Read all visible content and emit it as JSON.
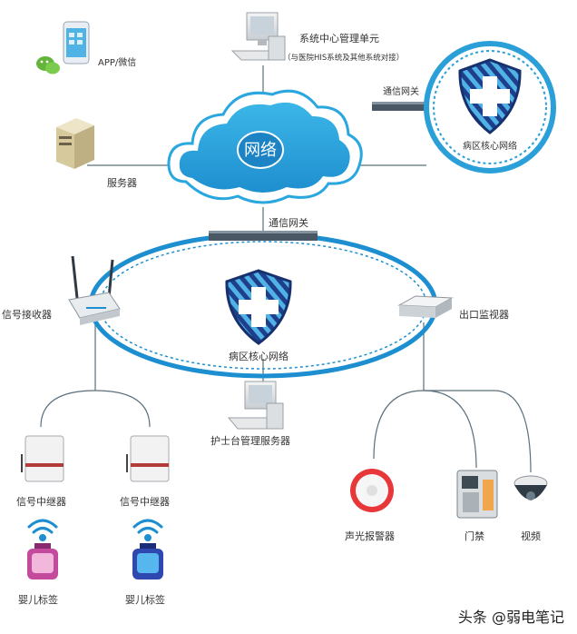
{
  "nodes": {
    "app": "APP/微信",
    "center": "系统中心管理单元",
    "center_note": "（与医院HIS系统及其他系统对接）",
    "cloud": "网络",
    "server": "服务器",
    "gateway_top": "通信网关",
    "core_top": "病区核心网络",
    "gateway_mid": "通信网关",
    "receiver": "信号接收器",
    "core_mid": "病区核心网络",
    "exit_monitor": "出口监视器",
    "nurse_server": "护士台管理服务器",
    "relay_left": "信号中继器",
    "relay_right": "信号中继器",
    "tag_left": "婴儿标签",
    "tag_right": "婴儿标签",
    "alarm": "声光报警器",
    "door": "门禁",
    "camera": "视频"
  },
  "watermark": "头条 @弱电笔记",
  "colors": {
    "cloud_blue": "#2aa7df",
    "ring_blue": "#1d8fd0",
    "shield_navy": "#1f3f8c",
    "line_gray": "#5a6f7c"
  }
}
